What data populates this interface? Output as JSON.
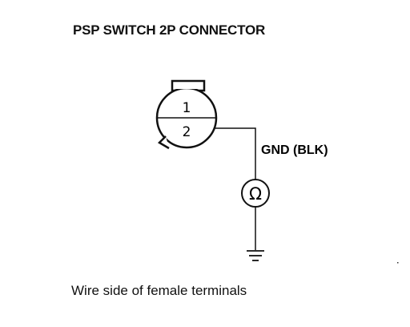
{
  "title": "PSP SWITCH 2P CONNECTOR",
  "connector": {
    "pins": [
      "1",
      "2"
    ]
  },
  "wire": {
    "label": "GND (BLK)"
  },
  "meter": {
    "symbol": "Ω",
    "icon": "ohmmeter-icon"
  },
  "ground": {
    "icon": "ground-symbol-icon"
  },
  "caption": "Wire side of female terminals"
}
